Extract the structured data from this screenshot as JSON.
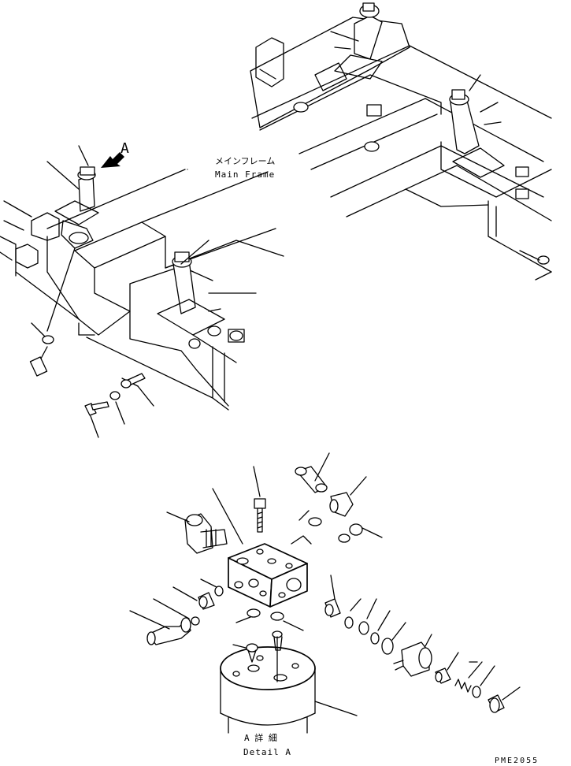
{
  "labels": {
    "view_arrow": "A",
    "main_frame_jp": "メインフレーム",
    "main_frame_en": "Main Frame",
    "detail_jp": "A 詳 細",
    "detail_en": "Detail A",
    "drawing_code": "PME2055"
  }
}
